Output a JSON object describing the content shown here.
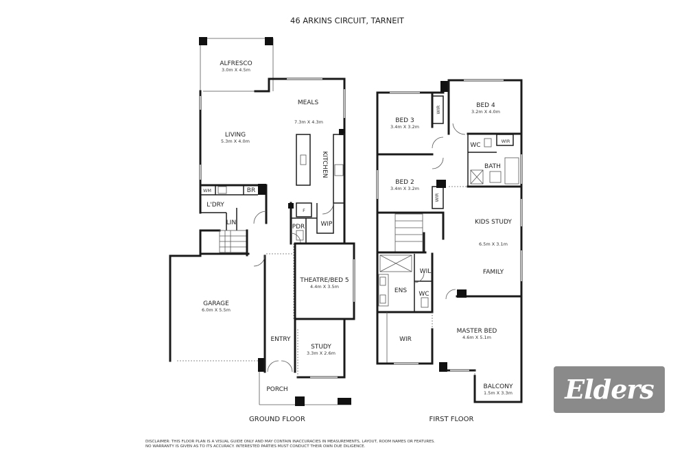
{
  "title": "46 ARKINS CIRCUIT, TARNEIT",
  "ground_floor": {
    "label": "GROUND FLOOR",
    "rooms": {
      "alfresco": {
        "name": "ALFRESCO",
        "dims": "3.0m X 4.5m"
      },
      "meals": {
        "name": "MEALS",
        "dims": "7.3m X 4.3m"
      },
      "living": {
        "name": "LIVING",
        "dims": "5.3m X 4.0m"
      },
      "kitchen": {
        "name": "KITCHEN"
      },
      "wm": {
        "name": "WM"
      },
      "br": {
        "name": "BR"
      },
      "laundry": {
        "name": "L'DRY"
      },
      "lin": {
        "name": "LIN"
      },
      "fridge": {
        "name": "F"
      },
      "pdr": {
        "name": "PDR"
      },
      "wip": {
        "name": "WIP"
      },
      "theatre": {
        "name": "THEATRE/BED 5",
        "dims": "4.4m X 3.5m"
      },
      "garage": {
        "name": "GARAGE",
        "dims": "6.0m X 5.5m"
      },
      "entry": {
        "name": "ENTRY"
      },
      "study": {
        "name": "STUDY",
        "dims": "3.3m X 2.6m"
      },
      "porch": {
        "name": "PORCH"
      }
    }
  },
  "first_floor": {
    "label": "FIRST FLOOR",
    "rooms": {
      "bed3": {
        "name": "BED 3",
        "dims": "3.4m X 3.2m"
      },
      "bed4": {
        "name": "BED 4",
        "dims": "3.2m X 4.0m"
      },
      "wir_bed3": {
        "name": "WIR"
      },
      "wc_upper": {
        "name": "WC"
      },
      "wir_bed4": {
        "name": "WIR"
      },
      "bath": {
        "name": "BATH"
      },
      "bed2": {
        "name": "BED 2",
        "dims": "3.4m X 3.2m"
      },
      "wir_bed2": {
        "name": "WIR"
      },
      "kids_study": {
        "name": "KIDS STUDY",
        "dims": "6.5m X 3.1m"
      },
      "family": {
        "name": "FAMILY"
      },
      "wil": {
        "name": "WIL"
      },
      "ens": {
        "name": "ENS"
      },
      "wc_ens": {
        "name": "WC"
      },
      "wir_master": {
        "name": "WIR"
      },
      "master": {
        "name": "MASTER BED",
        "dims": "4.6m X 5.1m"
      },
      "balcony": {
        "name": "BALCONY",
        "dims": "1.5m X 3.3m"
      }
    }
  },
  "disclaimer": {
    "line1": "DISCLAIMER: THIS FLOOR PLAN IS A VISUAL GUIDE ONLY AND MAY CONTAIN INACCURACIES IN MEASUREMENTS, LAYOUT, ROOM NAMES OR FEATURES.",
    "line2": "NO WARRANTY IS GIVEN AS TO ITS ACCURACY. INTERESTED PARTIES MUST CONDUCT THEIR OWN DUE DILIGENCE."
  },
  "logo": {
    "text": "Elders"
  }
}
